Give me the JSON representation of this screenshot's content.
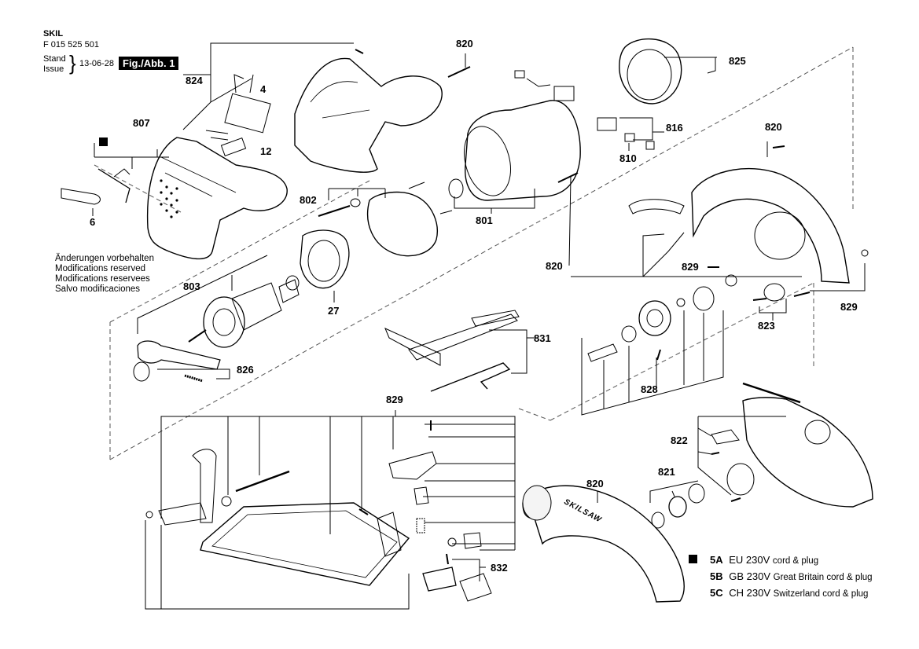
{
  "header": {
    "brand": "SKIL",
    "part_number": "F 015 525 501",
    "stand_label": "Stand",
    "issue_label": "Issue",
    "brace": "}",
    "date": "13-06-28",
    "figure_label": "Fig./Abb. 1"
  },
  "notes": [
    "Änderungen vorbehalten",
    "Modifications reserved",
    "Modifications reservees",
    "Salvo modificaciones"
  ],
  "part_labels": {
    "p824": "824",
    "p4": "4",
    "p12": "12",
    "p807": "807",
    "p6": "6",
    "p820a": "820",
    "p825": "825",
    "p816": "816",
    "p810": "810",
    "p820b": "820",
    "p802": "802",
    "p801": "801",
    "p803": "803",
    "p27": "27",
    "p826": "826",
    "p831": "831",
    "p820c": "820",
    "p829a": "829",
    "p829b": "829",
    "p823": "823",
    "p828": "828",
    "p829c": "829",
    "p822": "822",
    "p821": "821",
    "p820d": "820",
    "p832": "832"
  },
  "brand_mark": "SKILSAW",
  "legend": [
    {
      "code": "5A",
      "voltage": "EU 230V",
      "desc": "cord & plug"
    },
    {
      "code": "5B",
      "voltage": "GB 230V",
      "desc": "Great Britain cord & plug"
    },
    {
      "code": "5C",
      "voltage": "CH 230V",
      "desc": "Switzerland cord & plug"
    }
  ]
}
